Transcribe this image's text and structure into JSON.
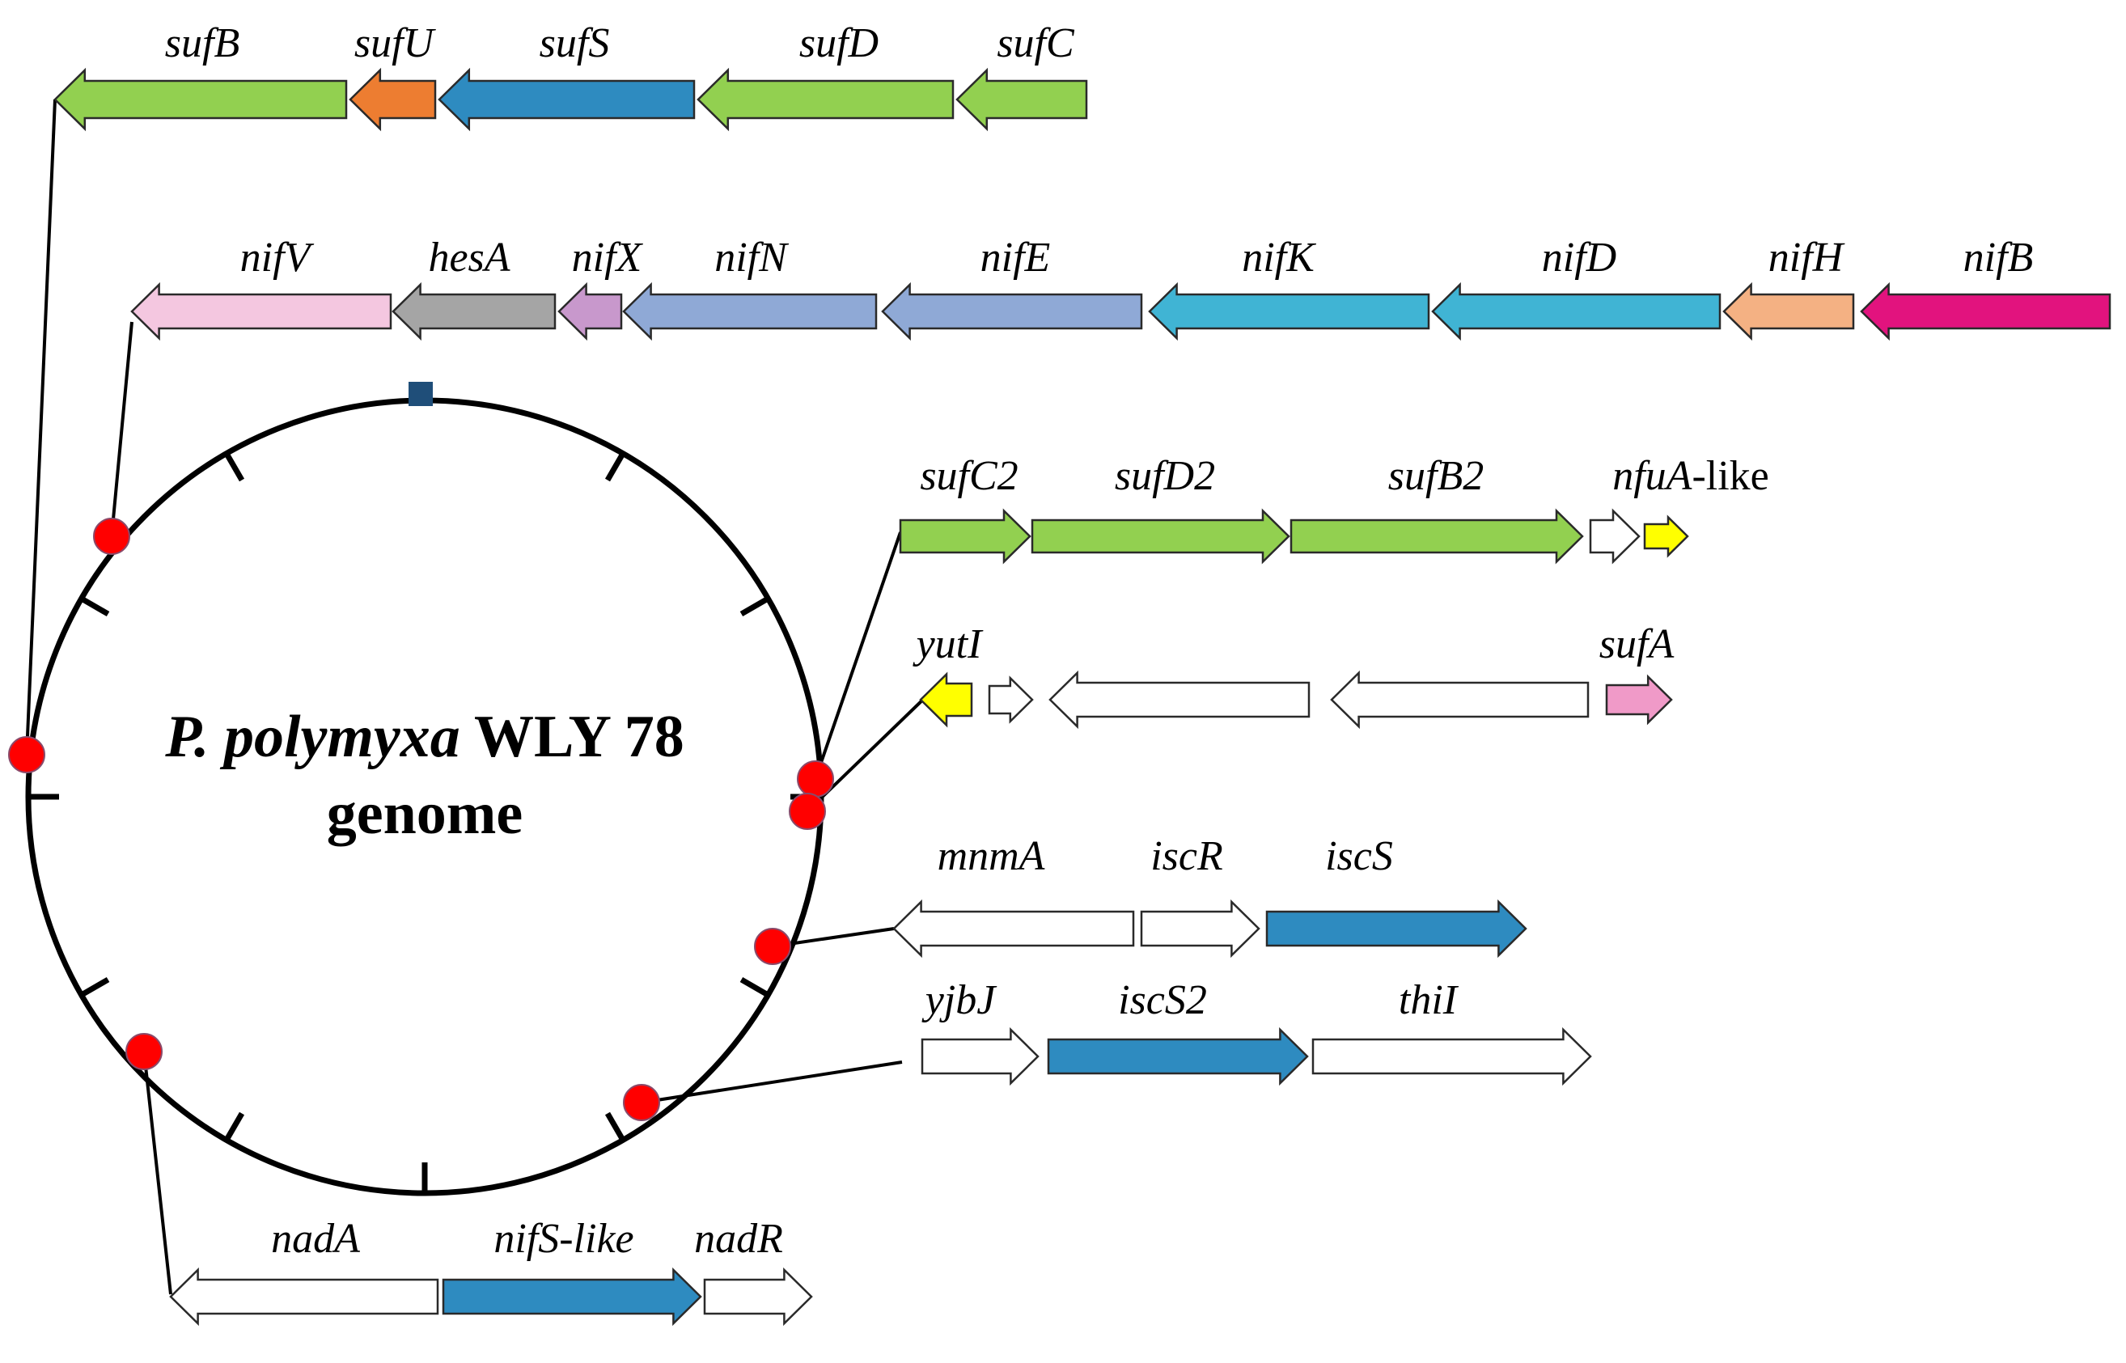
{
  "genome": {
    "title_italic": "P. polymyxa",
    "title_rest": " WLY 78",
    "title_line2": "genome"
  },
  "colors": {
    "suf_green": "#92d050",
    "sufU_orange": "#ed7d31",
    "desulfurase_blue": "#2e8bc0",
    "nifV_pink": "#f4c7e0",
    "hesA_gray": "#a5a5a5",
    "nifX_purple": "#c898cc",
    "nifNE_periwinkle": "#8fa9d6",
    "nifKD_cyan": "#40b4d4",
    "nifH_peach": "#f4b183",
    "nifB_magenta": "#e2137e",
    "nfuA_yellow": "#ffff00",
    "sufA_pink": "#f09ac8",
    "unannotated_white": "#ffffff",
    "locus_marker_red": "#ff0000",
    "origin_marker_blue": "#1f4e79"
  },
  "clusters": [
    {
      "id": "suf",
      "genes": [
        {
          "name": "sufB",
          "dir": "left",
          "color": "#92d050"
        },
        {
          "name": "sufU",
          "dir": "left",
          "color": "#ed7d31"
        },
        {
          "name": "sufS",
          "dir": "left",
          "color": "#2e8bc0"
        },
        {
          "name": "sufD",
          "dir": "left",
          "color": "#92d050"
        },
        {
          "name": "sufC",
          "dir": "left",
          "color": "#92d050"
        }
      ]
    },
    {
      "id": "nif",
      "genes": [
        {
          "name": "nifV",
          "dir": "left",
          "color": "#f4c7e0"
        },
        {
          "name": "hesA",
          "dir": "left",
          "color": "#a5a5a5"
        },
        {
          "name": "nifX",
          "dir": "left",
          "color": "#c898cc"
        },
        {
          "name": "nifN",
          "dir": "left",
          "color": "#8fa9d6"
        },
        {
          "name": "nifE",
          "dir": "left",
          "color": "#8fa9d6"
        },
        {
          "name": "nifK",
          "dir": "left",
          "color": "#40b4d4"
        },
        {
          "name": "nifD",
          "dir": "left",
          "color": "#40b4d4"
        },
        {
          "name": "nifH",
          "dir": "left",
          "color": "#f4b183"
        },
        {
          "name": "nifB",
          "dir": "left",
          "color": "#e2137e"
        }
      ]
    },
    {
      "id": "suf2",
      "genes": [
        {
          "name": "sufC2",
          "dir": "right",
          "color": "#92d050"
        },
        {
          "name": "sufD2",
          "dir": "right",
          "color": "#92d050"
        },
        {
          "name": "sufB2",
          "dir": "right",
          "color": "#92d050"
        },
        {
          "name": "",
          "dir": "right",
          "color": "#ffffff"
        },
        {
          "name": "nfuA",
          "suffix": "-like",
          "dir": "right",
          "color": "#ffff00"
        }
      ]
    },
    {
      "id": "sufA",
      "genes": [
        {
          "name": "yutI",
          "dir": "left",
          "color": "#ffff00"
        },
        {
          "name": "",
          "dir": "right",
          "color": "#ffffff"
        },
        {
          "name": "",
          "dir": "left",
          "color": "#ffffff"
        },
        {
          "name": "",
          "dir": "left",
          "color": "#ffffff"
        },
        {
          "name": "sufA",
          "dir": "right",
          "color": "#f09ac8"
        }
      ]
    },
    {
      "id": "isc",
      "genes": [
        {
          "name": "mnmA",
          "dir": "left",
          "color": "#ffffff"
        },
        {
          "name": "iscR",
          "dir": "right",
          "color": "#ffffff"
        },
        {
          "name": "iscS",
          "dir": "right",
          "color": "#2e8bc0"
        }
      ]
    },
    {
      "id": "isc2",
      "genes": [
        {
          "name": "yjbJ",
          "dir": "right",
          "color": "#ffffff"
        },
        {
          "name": "iscS2",
          "dir": "right",
          "color": "#2e8bc0"
        },
        {
          "name": "thiI",
          "dir": "right",
          "color": "#ffffff"
        }
      ]
    },
    {
      "id": "nad",
      "genes": [
        {
          "name": "nadA",
          "dir": "left",
          "color": "#ffffff"
        },
        {
          "name": "nifS-like",
          "dir": "right",
          "color": "#2e8bc0"
        },
        {
          "name": "nadR",
          "dir": "right",
          "color": "#ffffff"
        }
      ]
    }
  ]
}
